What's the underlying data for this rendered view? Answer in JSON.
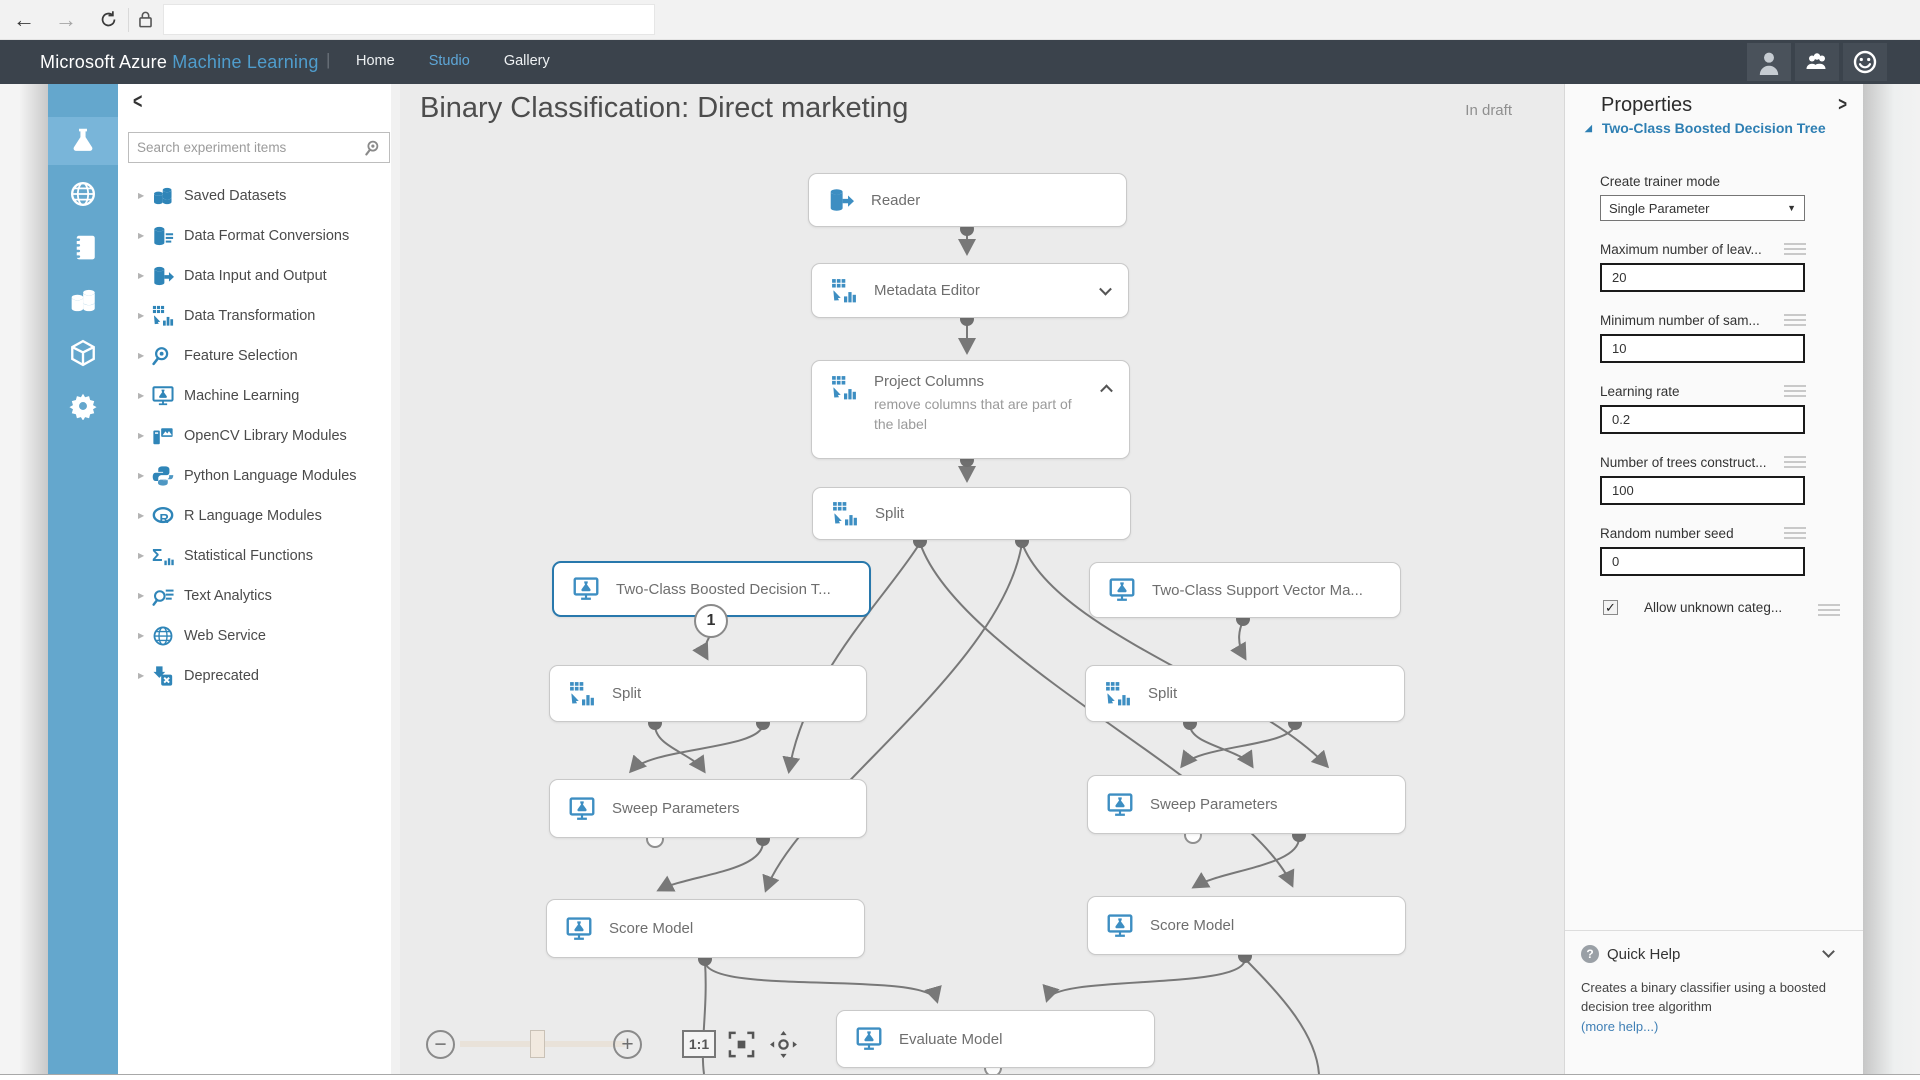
{
  "browser": {
    "url": ""
  },
  "header": {
    "brand": "Microsoft Azure",
    "product": "Machine Learning",
    "nav": [
      {
        "label": "Home"
      },
      {
        "label": "Studio"
      },
      {
        "label": "Gallery"
      }
    ]
  },
  "sidebar": {
    "search_placeholder": "Search experiment items",
    "categories": [
      "Saved Datasets",
      "Data Format Conversions",
      "Data Input and Output",
      "Data Transformation",
      "Feature Selection",
      "Machine Learning",
      "OpenCV Library Modules",
      "Python Language Modules",
      "R Language Modules",
      "Statistical Functions",
      "Text Analytics",
      "Web Service",
      "Deprecated"
    ]
  },
  "canvas": {
    "title": "Binary Classification: Direct marketing",
    "status": "In draft",
    "badge": "1",
    "nodes": [
      {
        "label": "Reader"
      },
      {
        "label": "Metadata Editor"
      },
      {
        "label": "Project Columns",
        "comment": "remove columns that are part of the label"
      },
      {
        "label": "Split"
      },
      {
        "label": "Two-Class Boosted Decision T..."
      },
      {
        "label": "Two-Class Support Vector Ma..."
      },
      {
        "label": "Split"
      },
      {
        "label": "Split"
      },
      {
        "label": "Sweep Parameters"
      },
      {
        "label": "Sweep Parameters"
      },
      {
        "label": "Score Model"
      },
      {
        "label": "Score Model"
      },
      {
        "label": "Evaluate Model"
      }
    ],
    "controls": {
      "zoom_out": "−",
      "zoom_in": "+",
      "ratio": "1:1"
    }
  },
  "properties": {
    "title": "Properties",
    "group": "Two-Class Boosted Decision Tree",
    "group_triangle": "◢",
    "collapse_glyph": ">",
    "select_field": {
      "label": "Create trainer mode",
      "value": "Single Parameter",
      "caret": "▼"
    },
    "fields": [
      {
        "label": "Maximum number of leav...",
        "value": "20"
      },
      {
        "label": "Minimum number of sam...",
        "value": "10"
      },
      {
        "label": "Learning rate",
        "value": "0.2"
      },
      {
        "label": "Number of trees construct...",
        "value": "100"
      },
      {
        "label": "Random number seed",
        "value": "0"
      }
    ],
    "checkbox": {
      "label": "Allow unknown categ...",
      "checked": "✓"
    },
    "quick_help": {
      "title": "Quick Help",
      "help_glyph": "?",
      "text": "Creates a binary classifier using a boosted decision tree algorithm",
      "link": "(more help...)"
    }
  },
  "icons": {
    "sidebar_collapse": "<",
    "category_expand": "▶"
  }
}
